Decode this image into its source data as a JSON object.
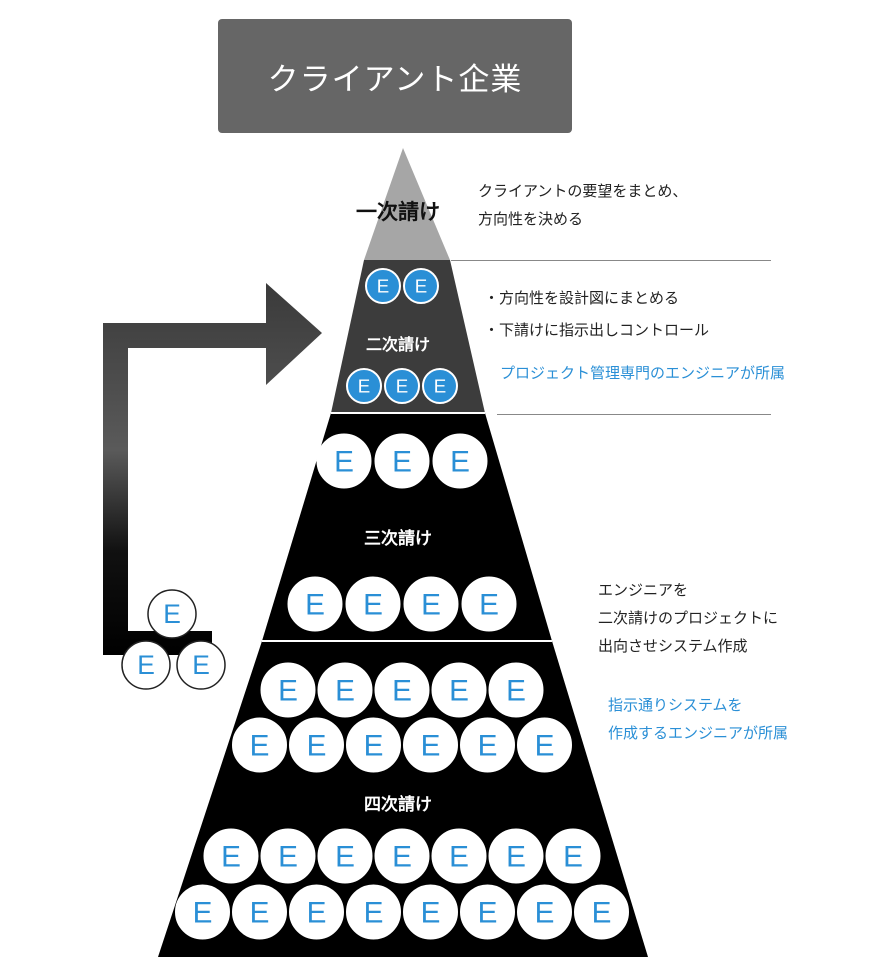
{
  "colors": {
    "tier1": "#a6a6a6",
    "tier2": "#3c3c3c",
    "tier3_4": "#000000",
    "client_box": "#666666",
    "circle_blue": "#2a8fd6",
    "accent_text": "#2a8fd6"
  },
  "client": {
    "label": "クライアント企業"
  },
  "tiers": {
    "t1": "一次請け",
    "t2": "二次請け",
    "t3": "三次請け",
    "t4": "四次請け"
  },
  "engineer_letter": "E",
  "notes": {
    "t1": "クライアントの要望をまとめ、\n方向性を決める",
    "t2_a": "・方向性を設計図にまとめる",
    "t2_b": "・下請けに指示出しコントロール",
    "t2_blue": "プロジェクト管理専門のエンジニアが所属",
    "t3": "エンジニアを\n二次請けのプロジェクトに\n出向させシステム作成",
    "t4_blue": "指示通りシステムを\n作成するエンジニアが所属"
  },
  "icons": [
    "up-arrow-icon",
    "engineer-circle-icon"
  ]
}
